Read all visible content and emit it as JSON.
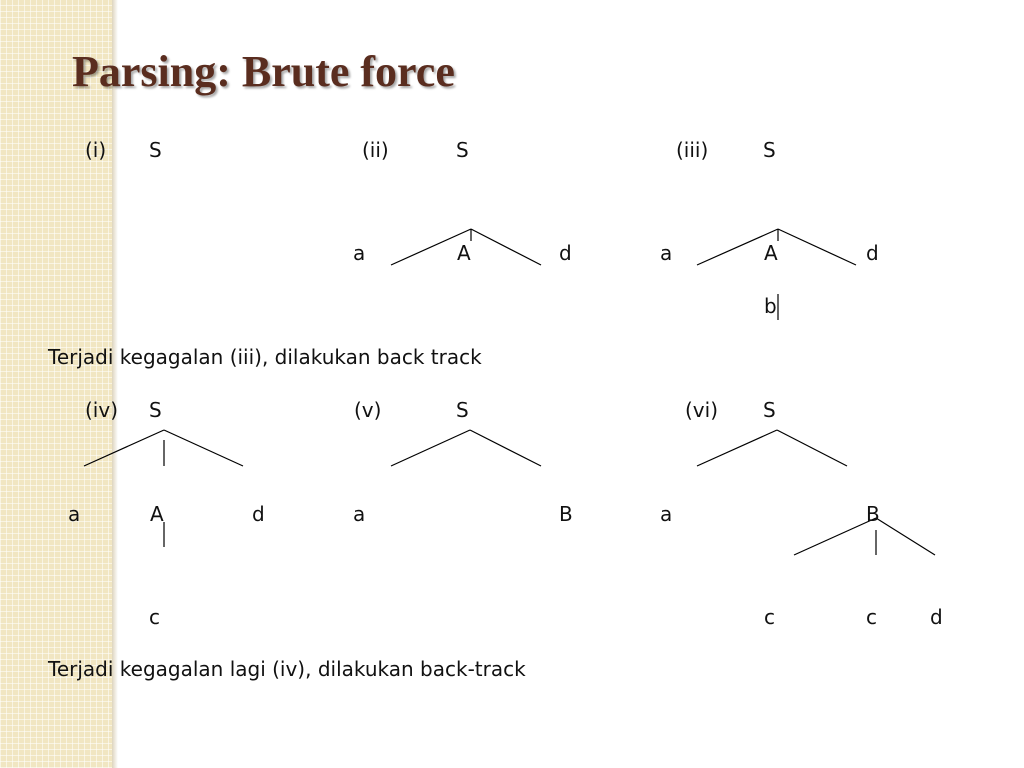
{
  "slide": {
    "title": "Parsing: Brute force",
    "captions": [
      "Terjadi kegagalan (iii), dilakukan back track",
      "Terjadi kegagalan lagi (iv), dilakukan back-track"
    ]
  },
  "trees": {
    "t1": {
      "label": "(i)",
      "root": "S"
    },
    "t2": {
      "label": "(ii)",
      "root": "S",
      "nodes": [
        "a",
        "A",
        "d"
      ]
    },
    "t3": {
      "label": "(iii)",
      "root": "S",
      "nodes": [
        "a",
        "A",
        "d",
        "b"
      ]
    },
    "t4": {
      "label": "(iv)",
      "root": "S",
      "nodes": [
        "a",
        "A",
        "d",
        "c"
      ]
    },
    "t5": {
      "label": "(v)",
      "root": "S",
      "nodes": [
        "a",
        "B"
      ]
    },
    "t6": {
      "label": "(vi)",
      "root": "S",
      "nodes": [
        "a",
        "B",
        "c",
        "c",
        "d"
      ]
    }
  }
}
